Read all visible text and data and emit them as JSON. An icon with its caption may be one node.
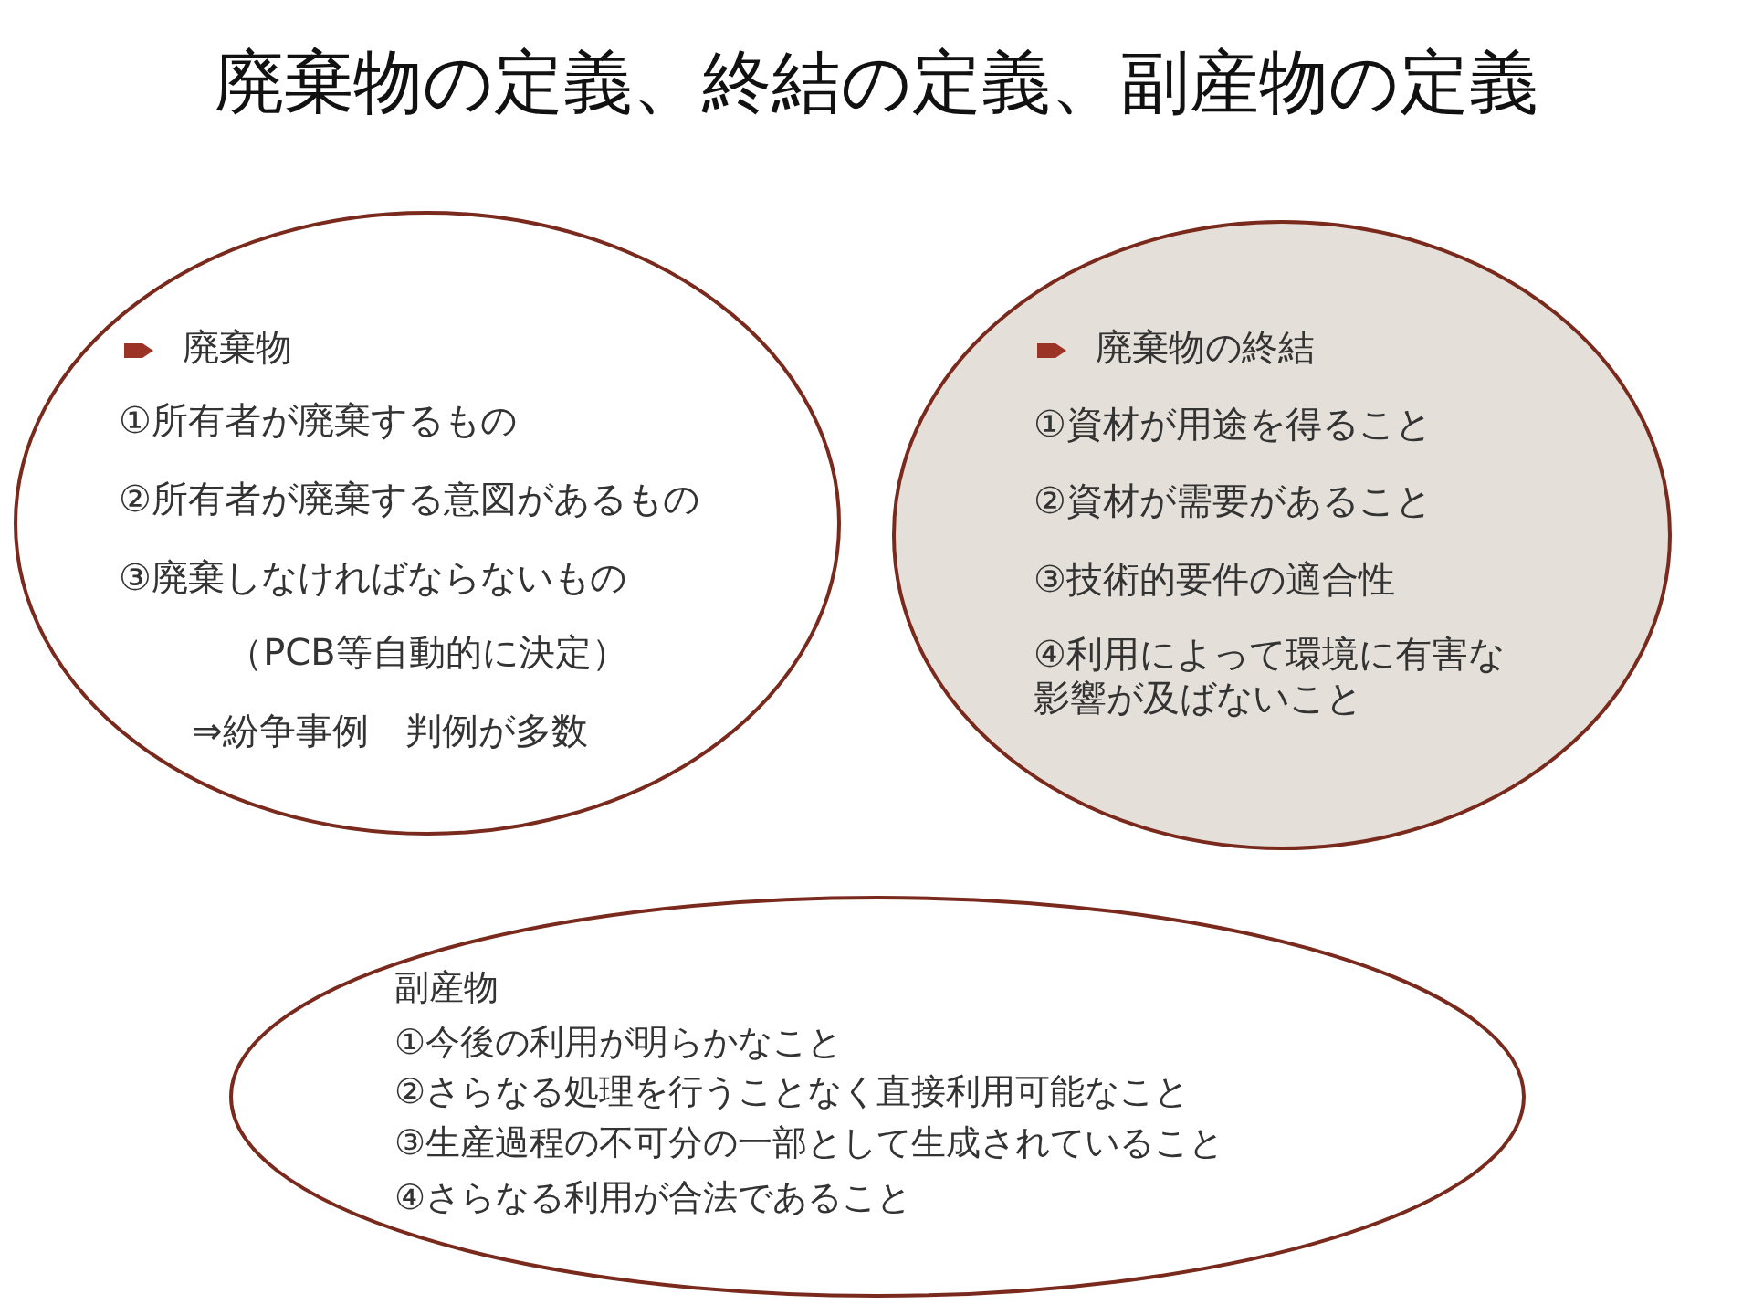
{
  "diagram": {
    "title": "廃棄物の定義、終結の定義、副産物の定義",
    "nodes": [
      {
        "text": [
          "廃棄物",
          "①所有者が廃棄するもの",
          "②所有者が廃棄する意図があるもの",
          "③廃棄しなければならないもの",
          "（PCB等自動的に決定）",
          "⇒紛争事例　判例が多数"
        ]
      },
      {
        "text": [
          "廃棄物の終結",
          "①資材が用途を得ること",
          "②資材が需要があること",
          "③技術的要件の適合性",
          "④利用によって環境に有害な影響が及ばないこと"
        ]
      },
      {
        "text": [
          "副産物",
          "①今後の利用が明らかなこと",
          "②さらなる処理を行うことなく直接利用可能なこと",
          "③生産過程の不可分の一部として生成されていること",
          "④さらなる利用が合法であること"
        ]
      }
    ]
  }
}
